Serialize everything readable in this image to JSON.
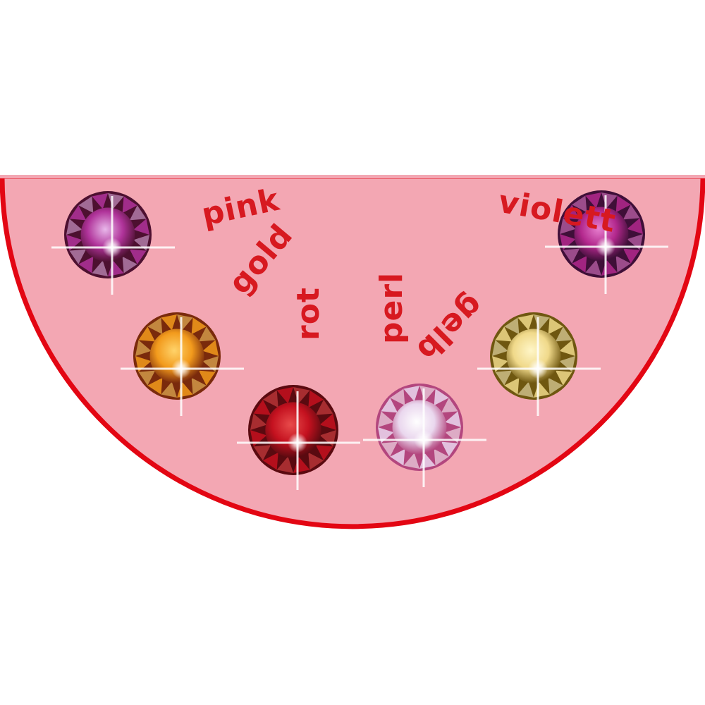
{
  "colors": {
    "background": "#ffffff",
    "panel_fill": "#f3a7b3",
    "panel_border": "#e30613",
    "label_text": "#d71920"
  },
  "gems": [
    {
      "id": "pink",
      "label": "pink",
      "icon": "pink-rhinestone-icon",
      "color": "#b0339a",
      "shade": "#4d1030",
      "light": "#e8b7ea"
    },
    {
      "id": "gold",
      "label": "gold",
      "icon": "gold-rhinestone-icon",
      "color": "#f29a1c",
      "shade": "#7a2a0c",
      "light": "#ffd36a"
    },
    {
      "id": "rot",
      "label": "rot",
      "icon": "red-rhinestone-icon",
      "color": "#c4111f",
      "shade": "#5a0a10",
      "light": "#e84b4b"
    },
    {
      "id": "perl",
      "label": "perl",
      "icon": "pearl-rhinestone-icon",
      "color": "#ead7ee",
      "shade": "#b3467e",
      "light": "#ffffff"
    },
    {
      "id": "gelb",
      "label": "gelb",
      "icon": "yellow-rhinestone-icon",
      "color": "#f0d98a",
      "shade": "#6f5710",
      "light": "#fff6c8"
    },
    {
      "id": "violett",
      "label": "violett",
      "icon": "violet-rhinestone-icon",
      "color": "#b3288d",
      "shade": "#3f0f38",
      "light": "#e77fcf"
    }
  ]
}
